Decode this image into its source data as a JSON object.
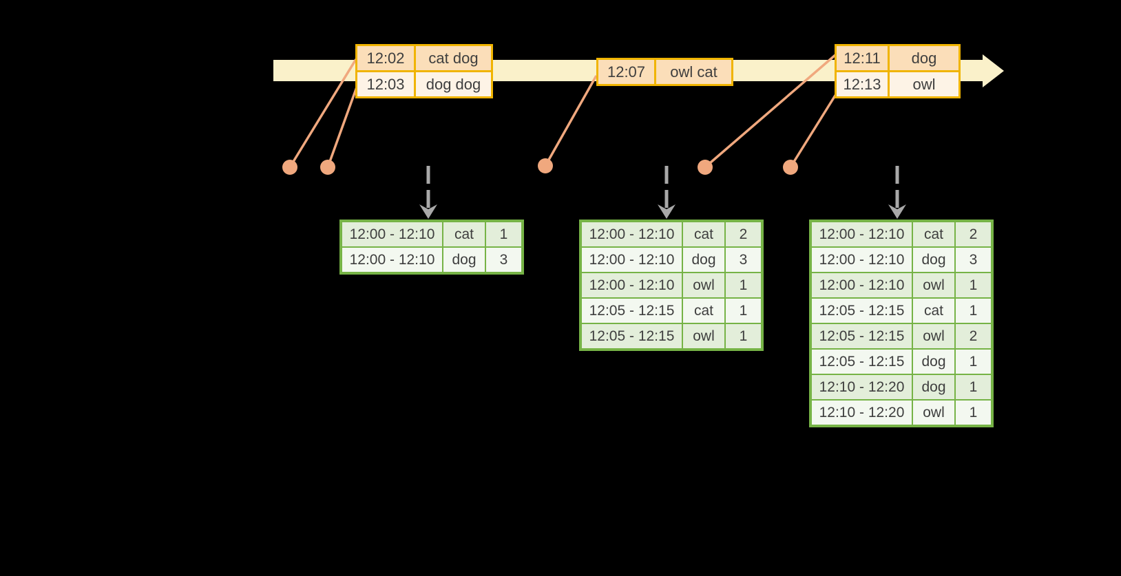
{
  "palette": {
    "bg": "#000000",
    "band": "#FAF1CA",
    "gold": "#F0B400",
    "peachdark": "#FBDEB9",
    "peachlight": "#FDF3E6",
    "salmon": "#F0A87E",
    "grayarrow": "#A9A9A9",
    "greenborder": "#76B346",
    "greendark": "#E3EEDA",
    "greenlight": "#F3F8F0",
    "ink": "#3E3E3E"
  },
  "icons": {
    "timeline_arrowhead": "right-arrow",
    "trigger_arrow": "dashed-down-arrow",
    "event_dot": "circle-marker"
  },
  "event_tables": [
    {
      "rows": [
        {
          "time": "12:02",
          "words": "cat dog"
        },
        {
          "time": "12:03",
          "words": "dog dog"
        }
      ]
    },
    {
      "rows": [
        {
          "time": "12:07",
          "words": "owl cat"
        }
      ]
    },
    {
      "rows": [
        {
          "time": "12:11",
          "words": "dog"
        },
        {
          "time": "12:13",
          "words": "owl"
        }
      ]
    }
  ],
  "result_tables": [
    {
      "rows": [
        {
          "window": "12:00 - 12:10",
          "word": "cat",
          "count": "1"
        },
        {
          "window": "12:00 - 12:10",
          "word": "dog",
          "count": "3"
        }
      ]
    },
    {
      "rows": [
        {
          "window": "12:00 - 12:10",
          "word": "cat",
          "count": "2"
        },
        {
          "window": "12:00 - 12:10",
          "word": "dog",
          "count": "3"
        },
        {
          "window": "12:00 - 12:10",
          "word": "owl",
          "count": "1"
        },
        {
          "window": "12:05 - 12:15",
          "word": "cat",
          "count": "1"
        },
        {
          "window": "12:05 - 12:15",
          "word": "owl",
          "count": "1"
        }
      ]
    },
    {
      "rows": [
        {
          "window": "12:00 - 12:10",
          "word": "cat",
          "count": "2"
        },
        {
          "window": "12:00 - 12:10",
          "word": "dog",
          "count": "3"
        },
        {
          "window": "12:00 - 12:10",
          "word": "owl",
          "count": "1"
        },
        {
          "window": "12:05 - 12:15",
          "word": "cat",
          "count": "1"
        },
        {
          "window": "12:05 - 12:15",
          "word": "owl",
          "count": "2"
        },
        {
          "window": "12:05 - 12:15",
          "word": "dog",
          "count": "1"
        },
        {
          "window": "12:10 - 12:20",
          "word": "dog",
          "count": "1"
        },
        {
          "window": "12:10 - 12:20",
          "word": "owl",
          "count": "1"
        }
      ]
    }
  ]
}
